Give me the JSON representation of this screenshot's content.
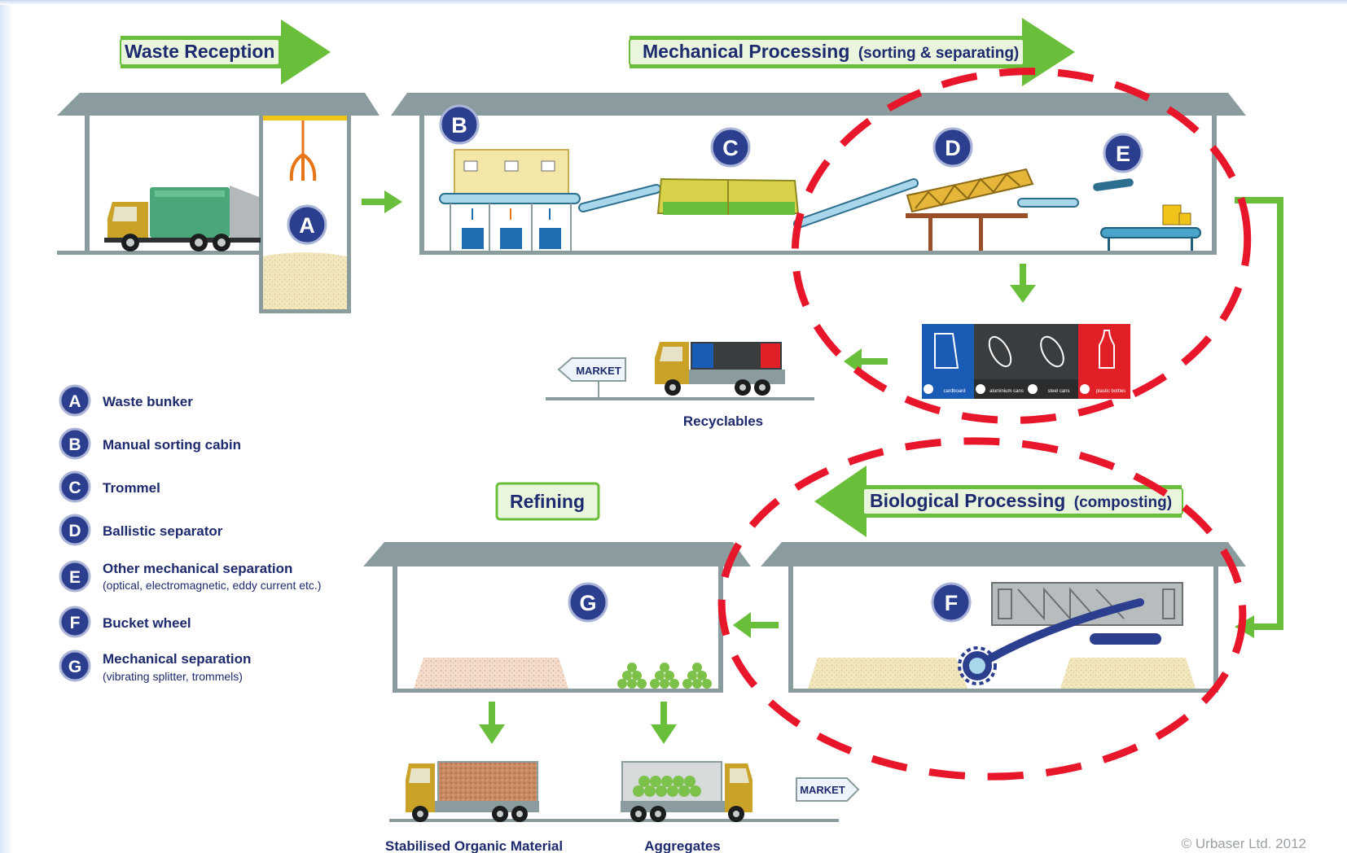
{
  "stages": {
    "reception": {
      "title": "Waste Reception"
    },
    "mechanical": {
      "title": "Mechanical Processing",
      "subtitle": "(sorting & separating)"
    },
    "biological": {
      "title": "Biological Processing",
      "subtitle": "(composting)"
    },
    "refining": {
      "title": "Refining"
    }
  },
  "markers": {
    "A": "A",
    "B": "B",
    "C": "C",
    "D": "D",
    "E": "E",
    "F": "F",
    "G": "G"
  },
  "recyclables": {
    "label": "Recyclables",
    "bins": [
      "cardboard",
      "aluminium cans",
      "steel cans",
      "plastic bottles"
    ],
    "bin_colors": [
      "#1a5bb5",
      "#3a3d3f",
      "#3a3d3f",
      "#e02026"
    ]
  },
  "market": {
    "sign_top": "MARKET",
    "sign_bottom": "MARKET"
  },
  "outputs": {
    "organic": "Stabilised Organic Material",
    "aggregates": "Aggregates"
  },
  "legend": [
    {
      "letter": "A",
      "title": "Waste bunker",
      "note": ""
    },
    {
      "letter": "B",
      "title": "Manual sorting cabin",
      "note": ""
    },
    {
      "letter": "C",
      "title": "Trommel",
      "note": ""
    },
    {
      "letter": "D",
      "title": "Ballistic separator",
      "note": ""
    },
    {
      "letter": "E",
      "title": "Other mechanical separation",
      "note": "(optical, electromagnetic, eddy current etc.)"
    },
    {
      "letter": "F",
      "title": "Bucket wheel",
      "note": ""
    },
    {
      "letter": "G",
      "title": "Mechanical separation",
      "note": "(vibrating splitter, trommels)"
    }
  ],
  "copyright": "© Urbaser Ltd. 2012",
  "colors": {
    "roof": "#8a9c9d",
    "wall": "#8a9c9d",
    "arrow_green": "#6abf3a",
    "label_fill": "#eaf5de",
    "navy": "#1d2a6e",
    "marker_fill": "#2c3f8e",
    "highlight": "#e8162a",
    "truck_cab": "#c9a227",
    "truck_green": "#4aa77a",
    "compost": "#efe3b7"
  }
}
